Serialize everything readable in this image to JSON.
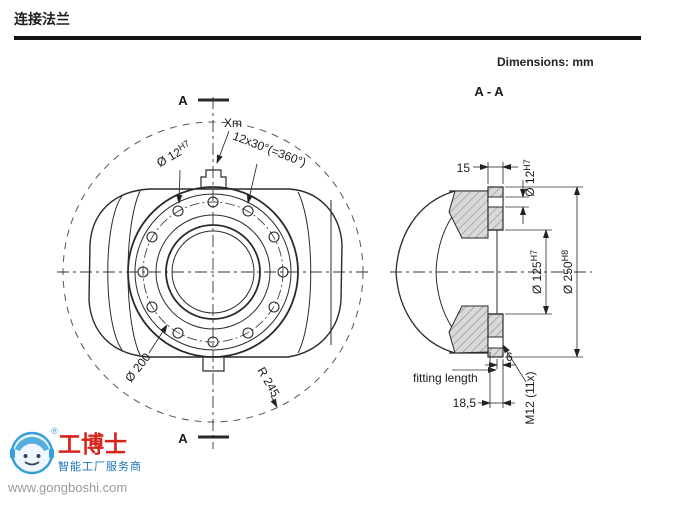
{
  "page": {
    "title": "连接法兰",
    "dimensions_note": "Dimensions: mm"
  },
  "front_view": {
    "section_marker_top": "A",
    "section_marker_bottom": "A",
    "label_xm": "Xm",
    "label_hole_pattern": "12x30°(=360°)",
    "label_hole_dia": {
      "base": "Ø 12",
      "sup": "H7"
    },
    "label_bolt_circle_dia": "Ø 200",
    "label_radius": "R 245"
  },
  "section_view": {
    "title": "A - A",
    "dim_flange_thickness": "15",
    "dim_hole_dia": {
      "base": "Ø 12",
      "sup": "H7"
    },
    "dim_centering_dia": {
      "base": "Ø 125",
      "sup": "H7"
    },
    "dim_flange_dia": {
      "base": "Ø 250",
      "sup": "H8"
    },
    "dim_fitting_depth": "6",
    "label_fitting_length": "fitting length",
    "label_thread": "M12 (11x)",
    "dim_thread_depth": "18,5"
  },
  "watermark": {
    "brand": "工博士",
    "registered": "®",
    "slogan": "智能工厂服务商",
    "url": "www.gongboshi.com"
  }
}
